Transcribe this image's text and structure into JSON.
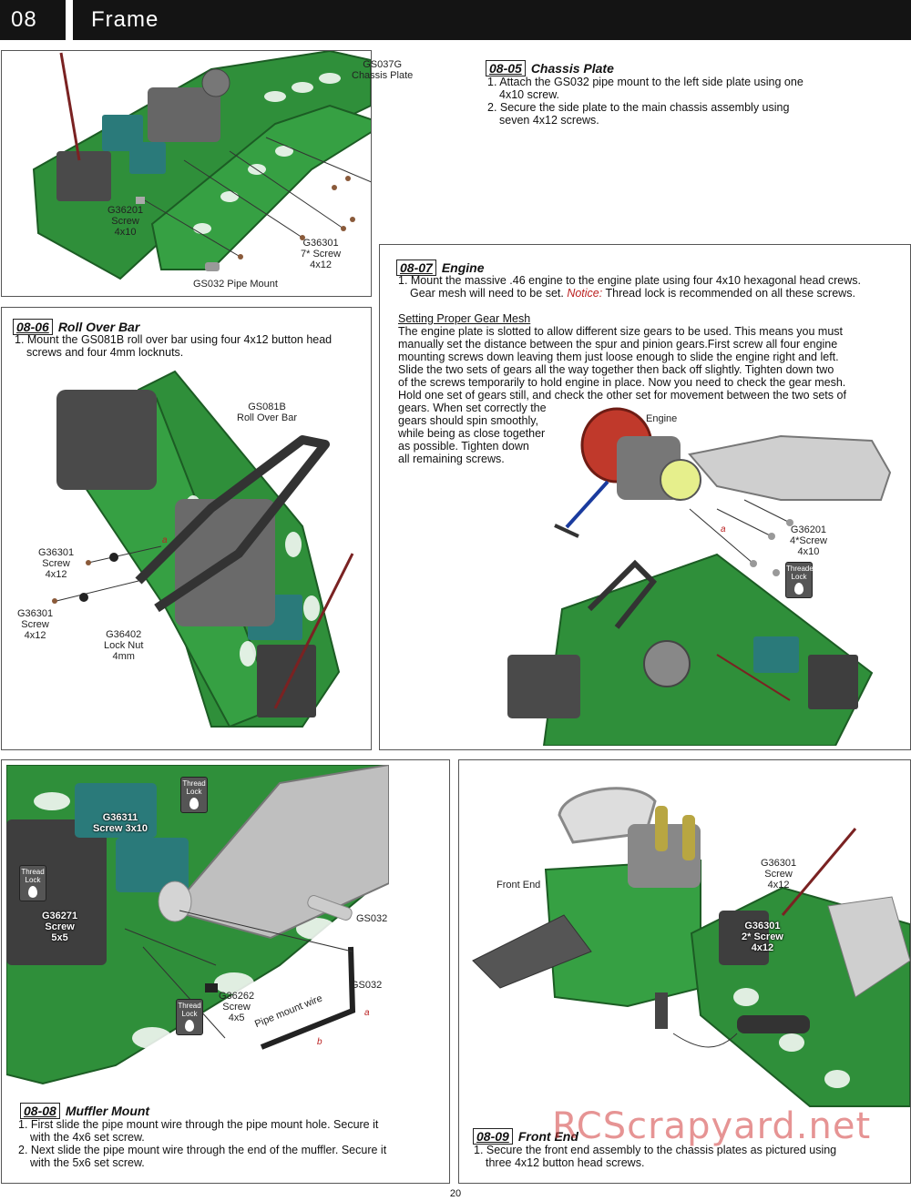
{
  "header": {
    "section_number": "08",
    "section_title": "Frame"
  },
  "step_0805": {
    "number": "08-05",
    "title": "Chassis Plate",
    "lines": [
      "1. Attach the GS032 pipe mount to the left side plate using one",
      "4x10 screw.",
      "2. Secure the side plate to the main chassis assembly using",
      "seven 4x12 screws."
    ],
    "labels": {
      "gs037g": [
        "GS037G",
        "Chassis Plate"
      ],
      "g36201": [
        "G36201",
        "Screw",
        "4x10"
      ],
      "g36301": [
        "G36301",
        "7* Screw",
        "4x12"
      ],
      "gs032": "GS032 Pipe Mount"
    }
  },
  "step_0806": {
    "number": "08-06",
    "title": "Roll Over Bar",
    "lines": [
      "1. Mount the GS081B roll over bar using four 4x12 button head",
      "screws and four 4mm locknuts."
    ],
    "labels": {
      "gs081b": [
        "GS081B",
        "Roll Over Bar"
      ],
      "g36301a": [
        "G36301",
        "Screw",
        "4x12"
      ],
      "g36301b": [
        "G36301",
        "Screw",
        "4x12"
      ],
      "g36402": [
        "G36402",
        "Lock Nut",
        "4mm"
      ],
      "callout_a": "a"
    }
  },
  "step_0807": {
    "number": "08-07",
    "title": "Engine",
    "line1": "1. Mount the massive .46 engine to the engine plate using four 4x10 hexagonal head crews.",
    "line2_pre": "Gear mesh will need to be set.",
    "line2_notice": "Notice:",
    "line2_post": "Thread lock is recommended on all these screws.",
    "subheading": "Setting Proper Gear Mesh",
    "para_lines": [
      "The engine plate is slotted to allow different size gears to be used.  This means you must",
      "manually set the distance between the spur and pinion gears.First screw all four engine",
      "mounting screws down leaving them just loose enough to slide the engine right and left.",
      "Slide the two sets of gears all the way together then back off slightly.  Tighten down two",
      "of the screws temporarily to hold engine in place.  Now you need to check the gear mesh.",
      "Hold one set of gears still, and check the other set for movement between the two sets of",
      "gears.  When set correctly the",
      "gears should spin smoothly,",
      "while being as close together",
      "as possible.  Tighten down",
      "all remaining screws."
    ],
    "labels": {
      "engine": "Engine",
      "g36201": [
        "G36201",
        "4*Screw",
        "4x10"
      ],
      "threaded_lock": [
        "Threaded",
        "Lock"
      ],
      "callout_a": "a"
    }
  },
  "step_0808": {
    "number": "08-08",
    "title": "Muffler Mount",
    "lines": [
      "1. First slide the pipe mount wire through the pipe mount hole.  Secure it",
      "with the 4x6 set screw.",
      "2. Next slide the pipe mount wire through the end of the muffler.  Secure it",
      "with the 5x6 set screw."
    ],
    "labels": {
      "g36311": [
        "G36311",
        "Screw 3x10"
      ],
      "g36271": [
        "G36271",
        "Screw",
        "5x5"
      ],
      "g36262": [
        "G36262",
        "Screw",
        "4x5"
      ],
      "gs032a": "GS032",
      "gs032b": "GS032",
      "pipe_wire": "Pipe mount wire",
      "thread_lock": [
        "Thread",
        "Lock"
      ],
      "callout_a": "a",
      "callout_b": "b"
    }
  },
  "step_0809": {
    "number": "08-09",
    "title": "Front End",
    "lines": [
      "1. Secure the front end assembly to the chassis plates as pictured using",
      "three 4x12 button head screws."
    ],
    "labels": {
      "front_end": "Front End",
      "g36301a": [
        "G36301",
        "Screw",
        "4x12"
      ],
      "g36301b": [
        "G36301",
        "2* Screw",
        "4x12"
      ]
    }
  },
  "watermark": "RCScrapyard.net",
  "page_number": "20",
  "colors": {
    "chassis_green": "#2f8f3a",
    "part_dark": "#4a4a4a",
    "servo_teal": "#2a7a7a",
    "callout_red": "#b22222"
  }
}
